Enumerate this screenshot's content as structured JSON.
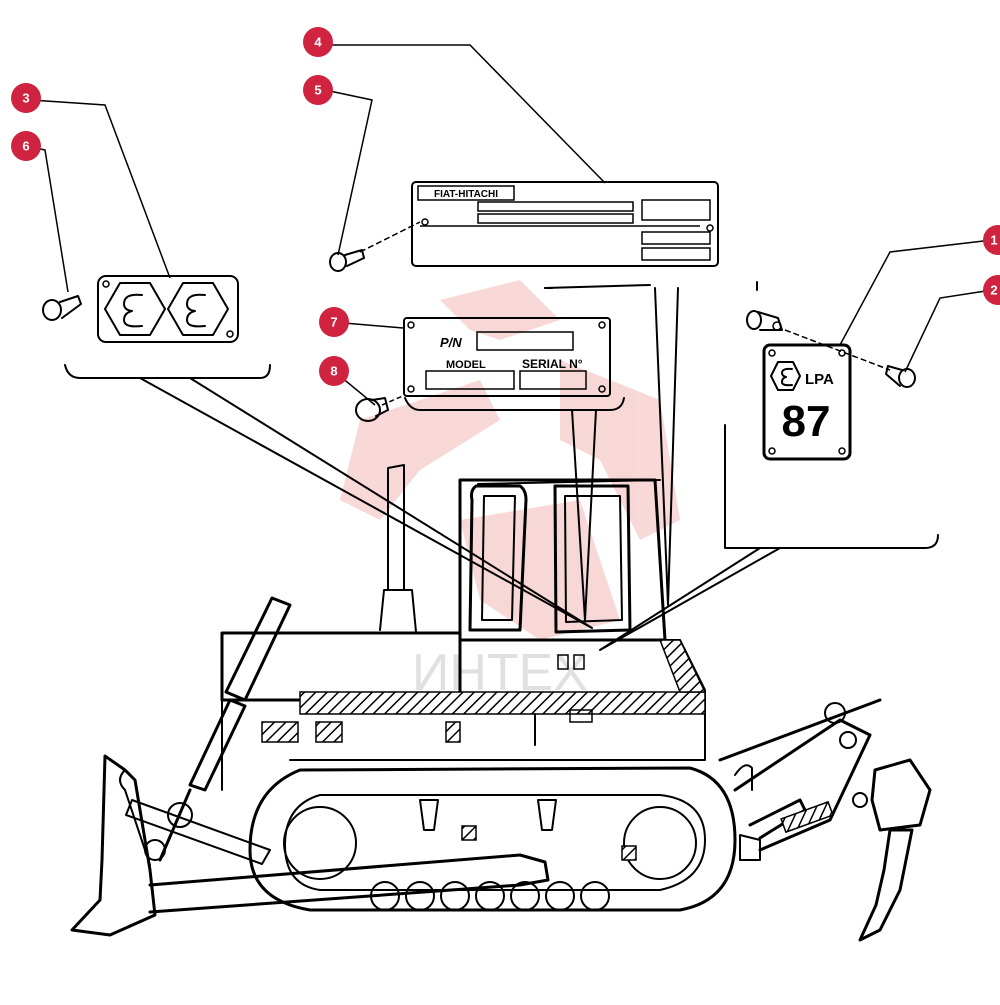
{
  "callouts": [
    {
      "id": "1",
      "label": "1"
    },
    {
      "id": "2",
      "label": "2"
    },
    {
      "id": "3",
      "label": "3"
    },
    {
      "id": "4",
      "label": "4"
    },
    {
      "id": "5",
      "label": "5"
    },
    {
      "id": "6",
      "label": "6"
    },
    {
      "id": "7",
      "label": "7"
    },
    {
      "id": "8",
      "label": "8"
    }
  ],
  "plates": {
    "brand_plate": {
      "brand": "FIAT-HITACHI"
    },
    "pn_plate": {
      "pn_label": "P/N",
      "model_label": "MODEL",
      "serial_label": "SERIAL N°"
    },
    "noise_plate": {
      "unit": "LPA",
      "value": "87"
    }
  },
  "watermark": {
    "text": "ИНТЕХ"
  },
  "colors": {
    "callout": "#d0233f",
    "watermark": "#f4b8b8",
    "line": "#000000"
  }
}
